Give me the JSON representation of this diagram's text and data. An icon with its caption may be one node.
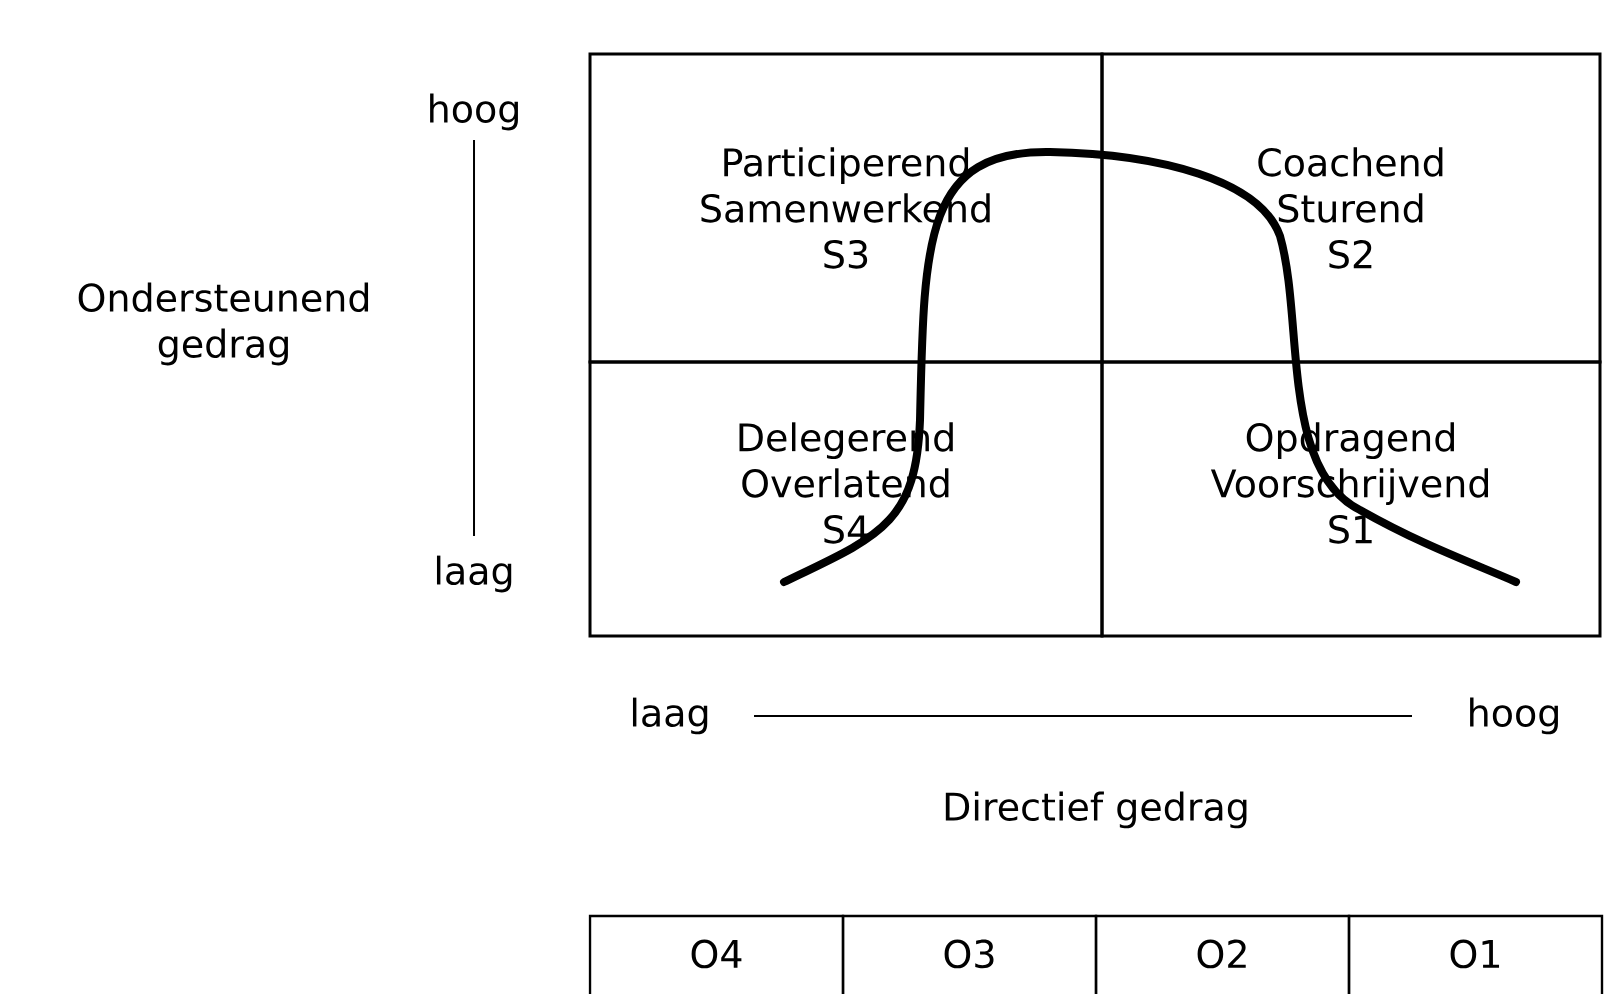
{
  "diagram": {
    "nodes": [
      {
        "text": [
          "Participerend",
          "Samenwerkend",
          "S3"
        ]
      },
      {
        "text": [
          "Coachend",
          "Sturend",
          "S2"
        ]
      },
      {
        "text": [
          "Delegerend",
          "Overlatend",
          "S4"
        ]
      },
      {
        "text": [
          "Opdragend",
          "Voorschrijvend",
          "S1"
        ]
      }
    ],
    "edges": [],
    "labels": [
      "hoog",
      "Ondersteunend gedrag",
      "laag",
      "laag",
      "hoog",
      "Directief gedrag",
      "O4",
      "O3",
      "O2",
      "O1"
    ]
  }
}
